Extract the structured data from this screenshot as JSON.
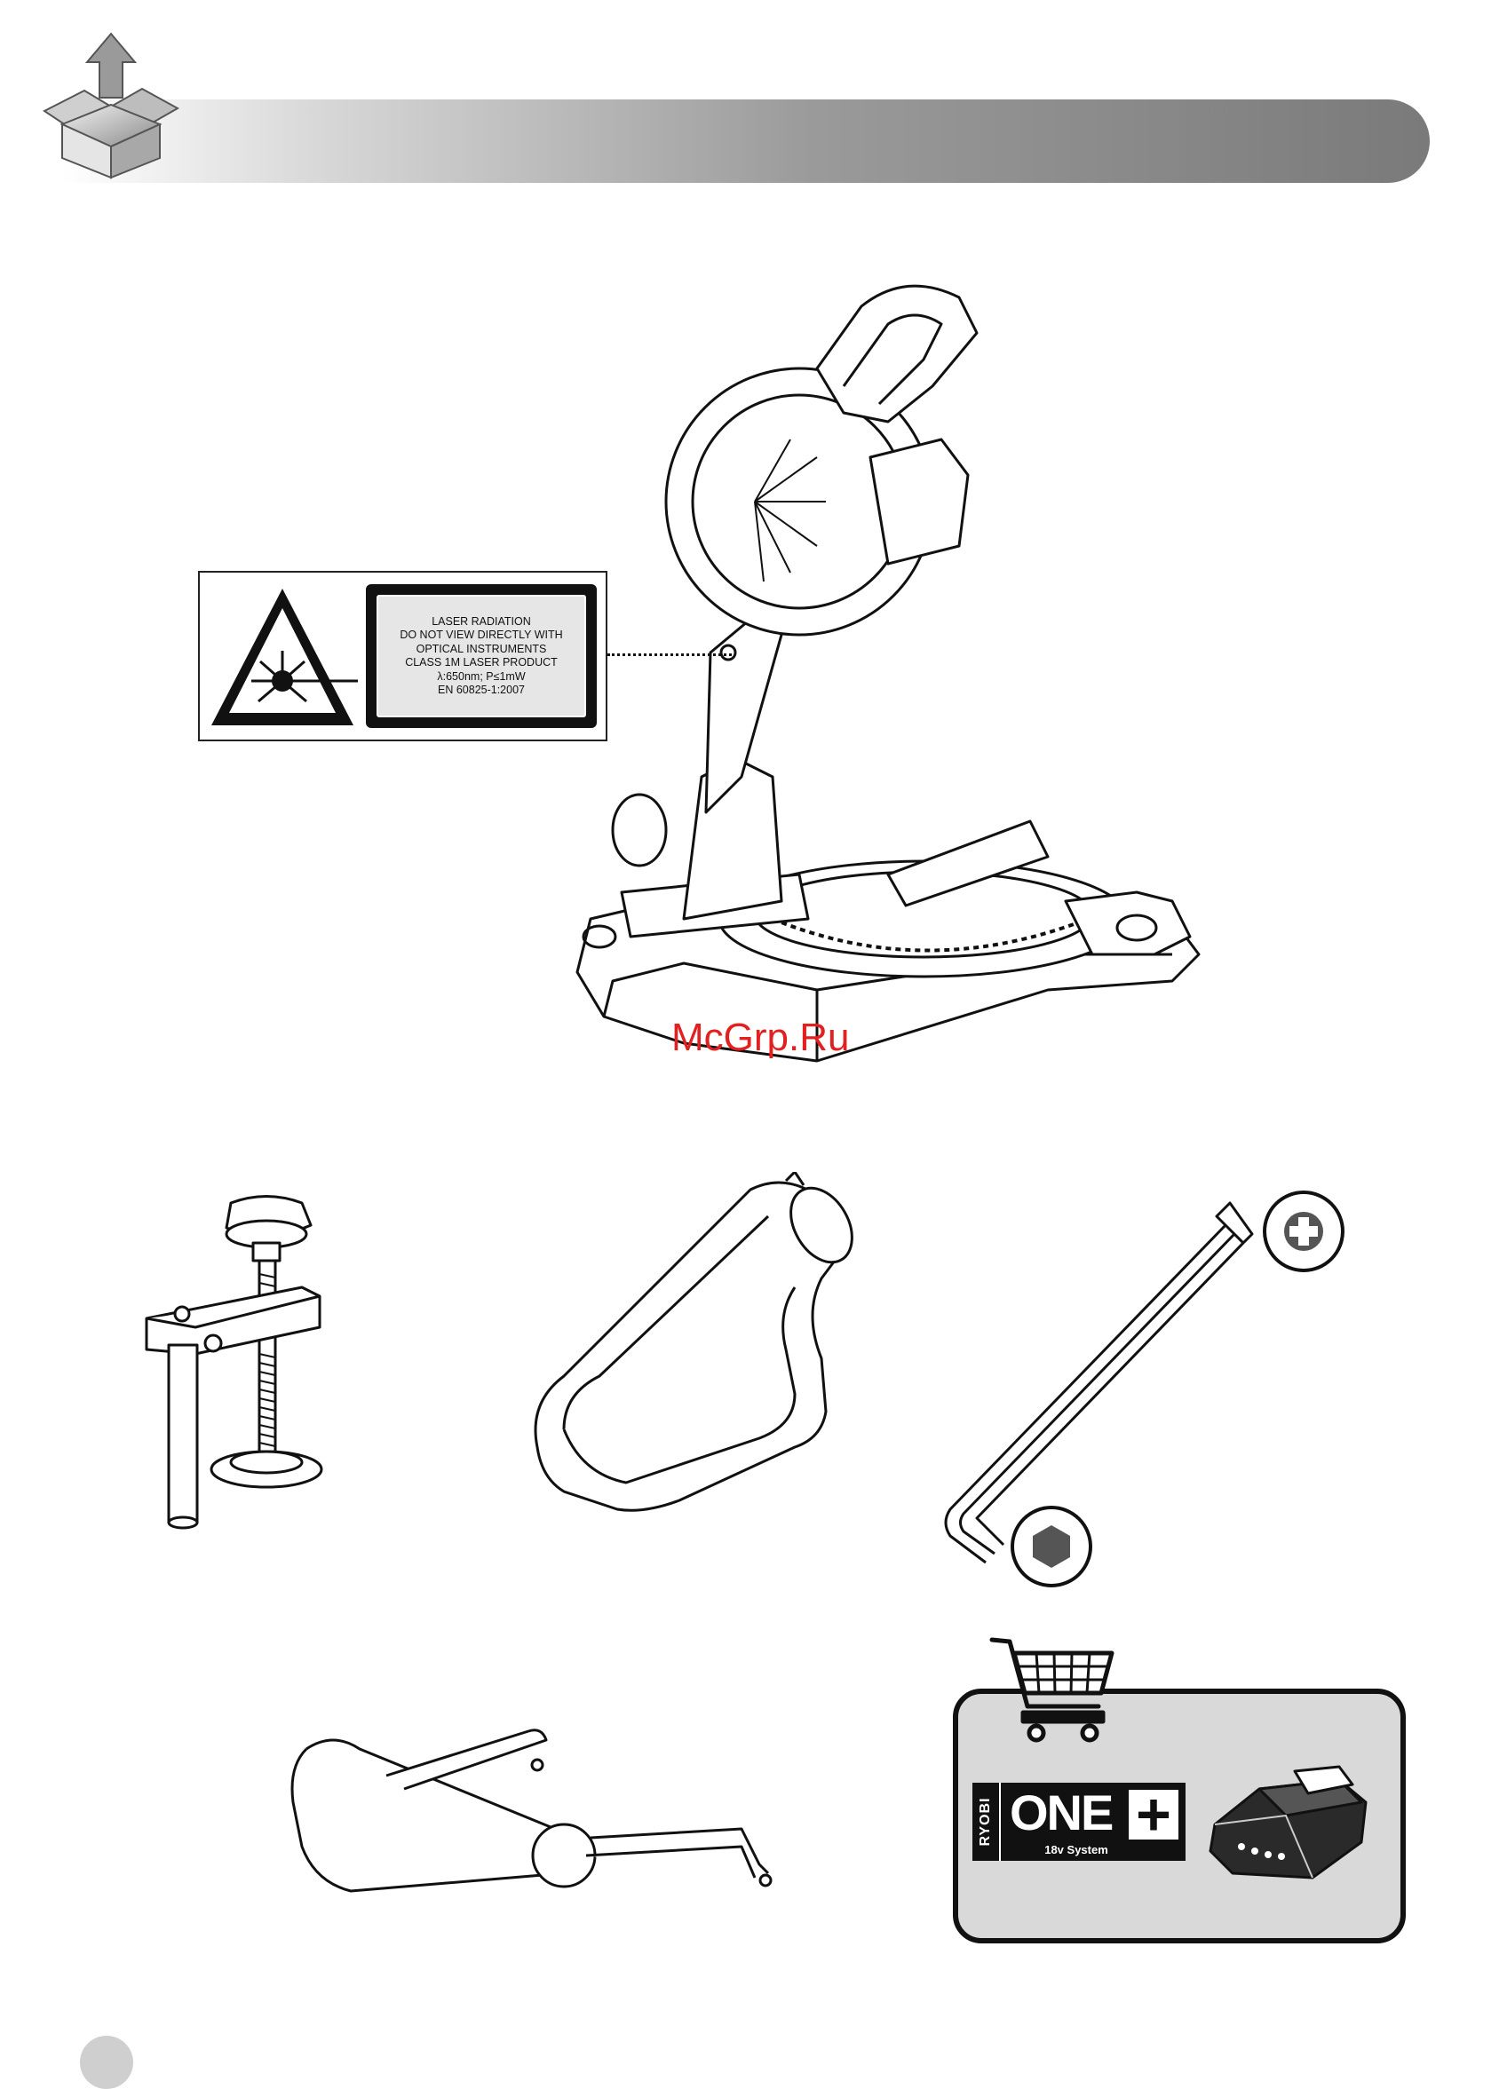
{
  "laser_label": {
    "lines": [
      "LASER RADIATION",
      "DO NOT VIEW DIRECTLY WITH",
      "OPTICAL INSTRUMENTS",
      "CLASS 1M LASER PRODUCT",
      "λ:650nm; P≤1mW",
      "EN 60825-1:2007"
    ]
  },
  "watermark": "McGrp.Ru",
  "accessory_logo": {
    "brand": "RYOBI",
    "word": "ONE",
    "plus": "+",
    "system": "18v System"
  },
  "icons": {
    "header": "unpacking-box-icon",
    "cart": "shopping-cart-icon",
    "phillips": "phillips-head-icon",
    "hex": "hex-head-icon",
    "laser": "laser-hazard-icon"
  },
  "colors": {
    "watermark": "#e22020",
    "header_dark": "#7a7a7a",
    "panel_bg": "#d9d9d9"
  }
}
